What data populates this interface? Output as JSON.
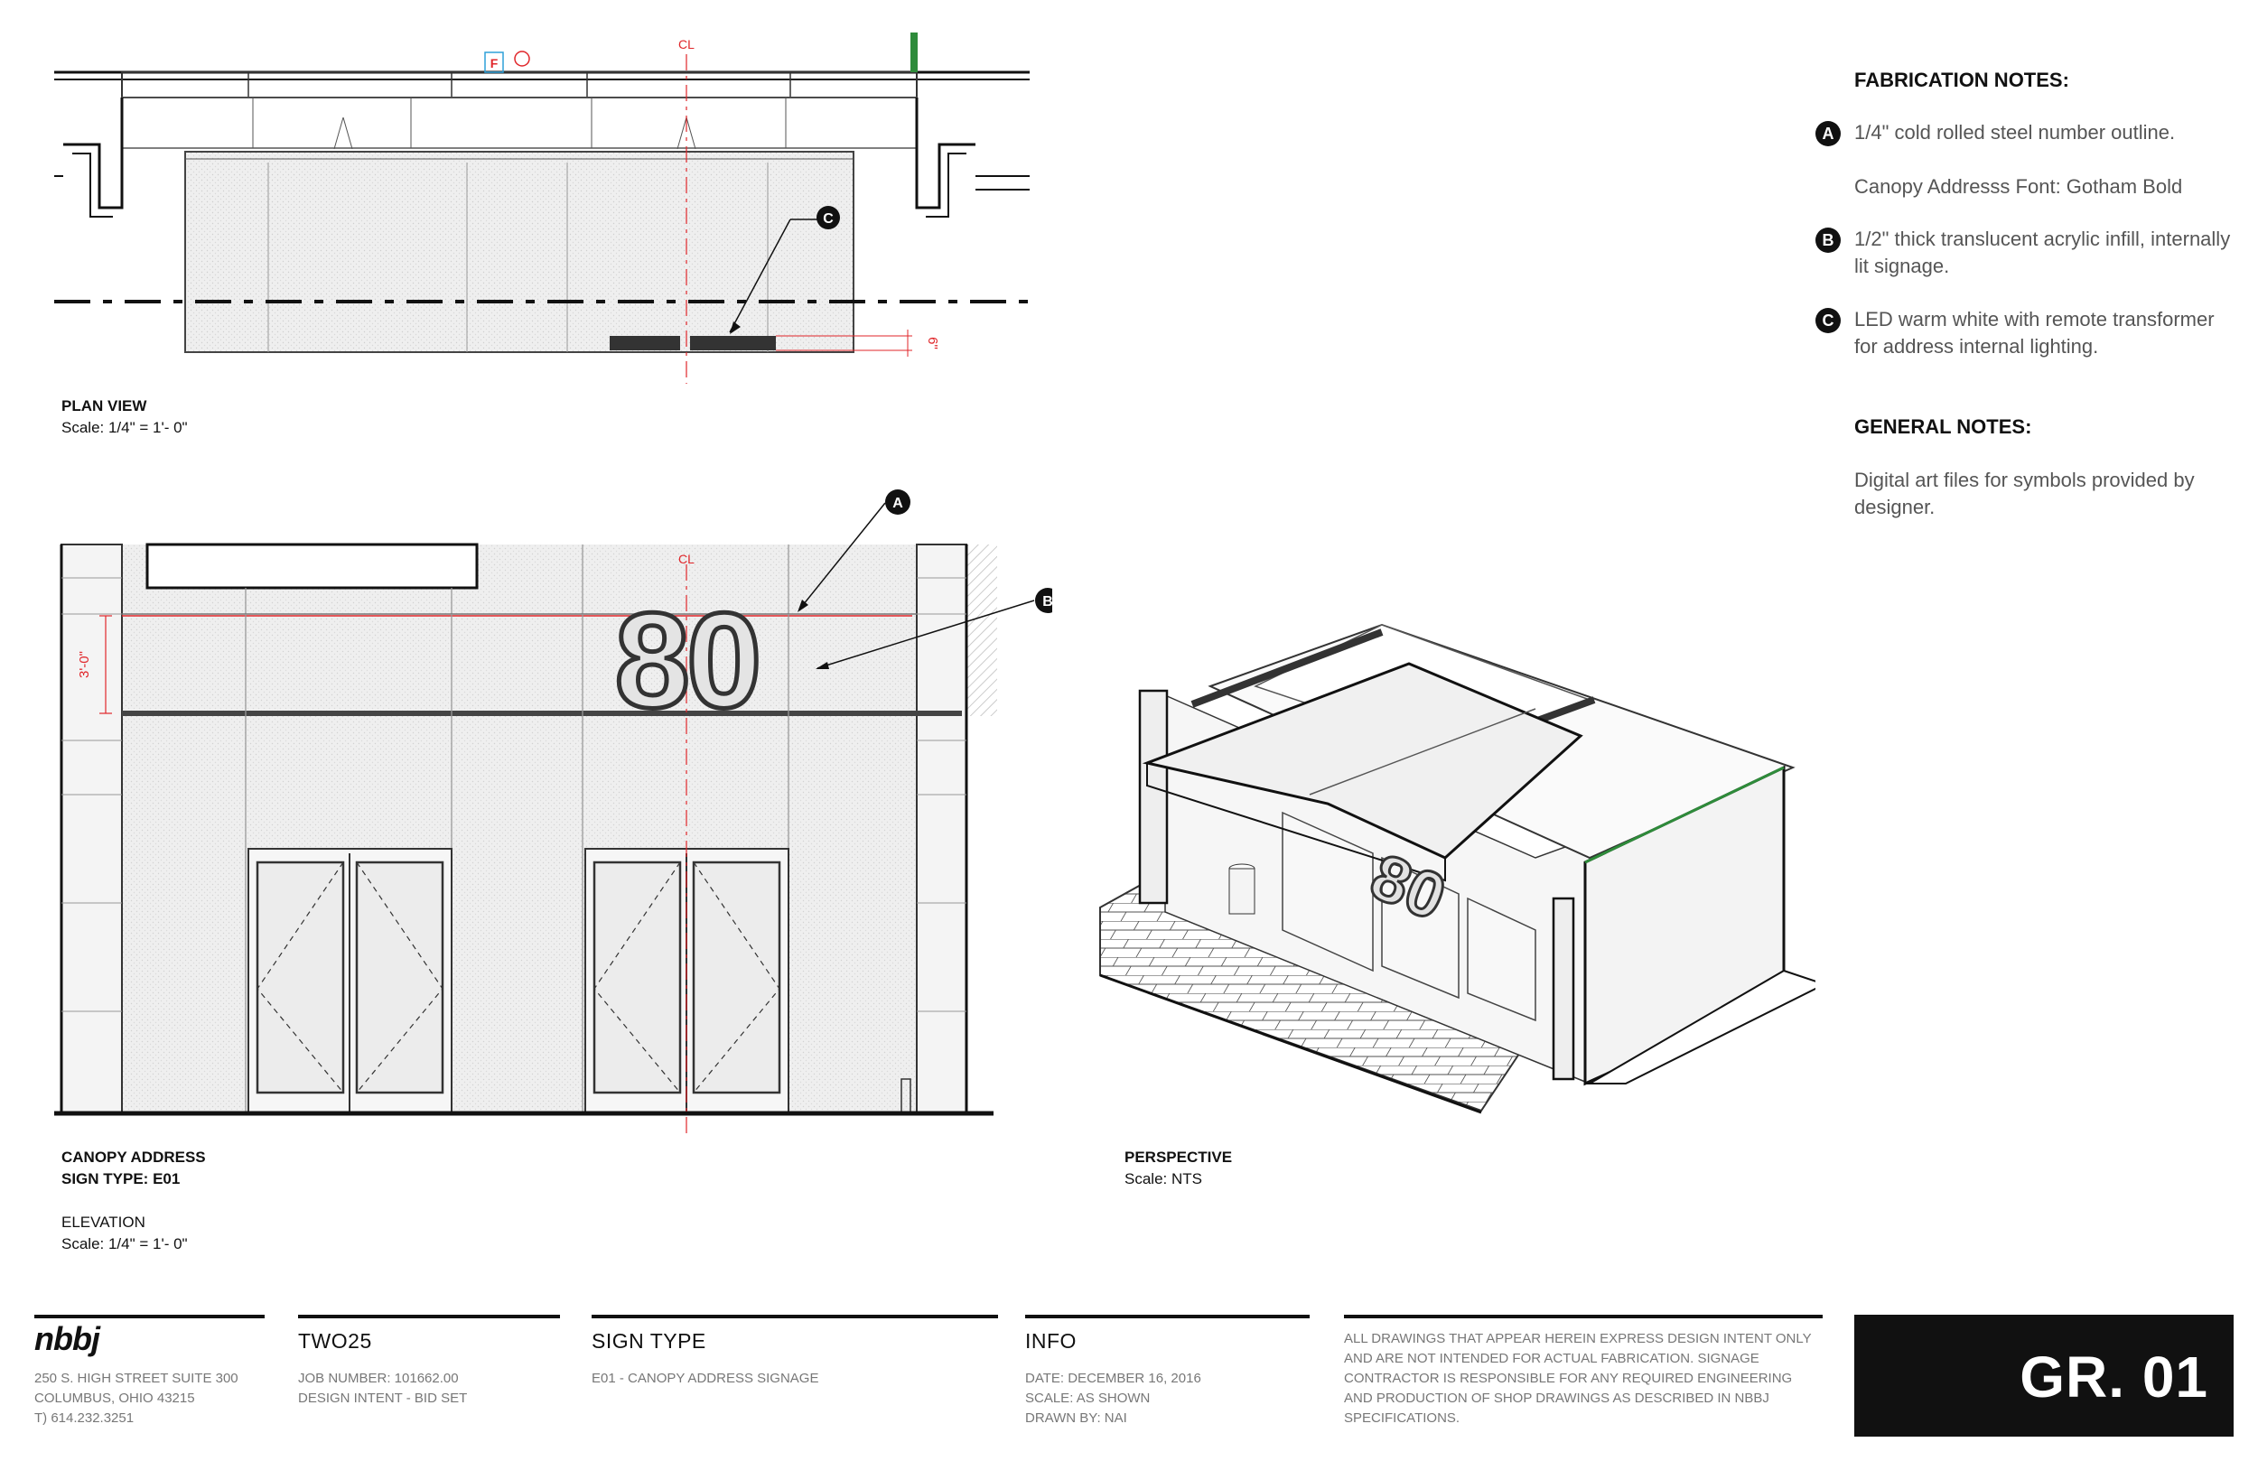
{
  "drawings": {
    "plan": {
      "title": "PLAN VIEW",
      "scale": "Scale: 1/4\" = 1'- 0\"",
      "cl": "CL",
      "dim": "6\"",
      "fire_tag": "F",
      "callout_c": "C"
    },
    "elevation": {
      "title_line1": "CANOPY ADDRESS",
      "title_line2": "SIGN TYPE: E01",
      "sub_title": "ELEVATION",
      "scale": "Scale: 1/4\" = 1'- 0\"",
      "cl": "CL",
      "dim": "3'-0\"",
      "address_number": "80",
      "callout_a": "A",
      "callout_b": "B"
    },
    "perspective": {
      "title": "PERSPECTIVE",
      "scale": "Scale: NTS",
      "address_number": "80"
    }
  },
  "notes": {
    "fabrication_title": "FABRICATION NOTES:",
    "items": [
      {
        "mark": "A",
        "text": "1/4\" cold rolled steel number outline."
      },
      {
        "mark": "",
        "text": "Canopy Addresss Font: Gotham Bold"
      },
      {
        "mark": "B",
        "text": "1/2\" thick translucent acrylic infill, internally lit signage."
      },
      {
        "mark": "C",
        "text": "LED warm white with remote transformer for address internal lighting."
      }
    ],
    "general_title": "GENERAL NOTES:",
    "general_text": "Digital art files for symbols provided by designer."
  },
  "title_block": {
    "logo": "nbbj",
    "address_line1": "250 S. HIGH STREET  SUITE 300",
    "address_line2": "COLUMBUS, OHIO 43215",
    "address_line3": "T) 614.232.3251",
    "project_heading": "TWO25",
    "job_number": "JOB NUMBER: 101662.00",
    "phase": "DESIGN INTENT - BID SET",
    "sign_type_heading": "SIGN TYPE",
    "sign_type_value": "E01 - CANOPY ADDRESS SIGNAGE",
    "info_heading": "INFO",
    "date": "DATE: DECEMBER 16, 2016",
    "scale": "SCALE: AS SHOWN",
    "drawn_by": "DRAWN BY: NAI",
    "disclaimer": "ALL DRAWINGS THAT APPEAR HEREIN EXPRESS DESIGN INTENT ONLY AND ARE NOT INTENDED FOR ACTUAL FABRICATION. SIGNAGE CONTRACTOR IS RESPONSIBLE FOR ANY REQUIRED ENGINEERING AND PRODUCTION OF SHOP DRAWINGS AS DESCRIBED IN NBBJ SPECIFICATIONS.",
    "sheet_number": "GR. 01"
  },
  "colors": {
    "red_line": "#e0262a",
    "panel_fill": "#ebebeb",
    "black": "#111111"
  }
}
